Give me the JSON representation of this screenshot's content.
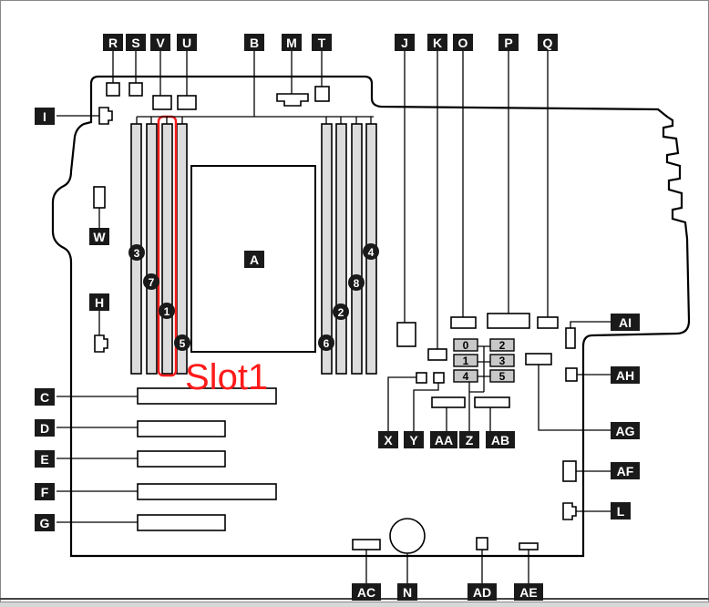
{
  "callout_labels": [
    "A",
    "B",
    "C",
    "D",
    "E",
    "F",
    "G",
    "H",
    "I",
    "J",
    "K",
    "L",
    "M",
    "N",
    "O",
    "P",
    "Q",
    "R",
    "S",
    "T",
    "U",
    "V",
    "W",
    "X",
    "Y",
    "Z",
    "AA",
    "AB",
    "AC",
    "AD",
    "AE",
    "AF",
    "AG",
    "AH",
    "AI"
  ],
  "slot_numbers": [
    "1",
    "2",
    "3",
    "4",
    "5",
    "6",
    "7",
    "8"
  ],
  "connector_numbers": [
    "0",
    "1",
    "2",
    "3",
    "4",
    "5"
  ],
  "highlight": {
    "text": "Slot1",
    "color": "#ff1a1a"
  },
  "colors": {
    "board_outline": "#000000",
    "label_bg": "#1a1a1a",
    "label_fg": "#ffffff",
    "dimm_fill": "#dcdcdc",
    "connector_fill": "#c8c8c8"
  }
}
